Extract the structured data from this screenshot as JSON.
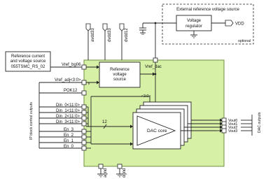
{
  "external_source": {
    "title": "External reference voltage source",
    "regulator_line1": "Voltage",
    "regulator_line2": "regulator",
    "vdd": "VDD",
    "optional": "optional"
  },
  "ref_current": {
    "line1": "Reference current",
    "line2": "and voltage source",
    "line3": "055TSMC_RS_02"
  },
  "supply_pins": [
    "avdd33",
    "dvdd33",
    "dvdd12"
  ],
  "ground_pins": [
    "agnd",
    "dgnd"
  ],
  "vref_dac": "Vref_dac",
  "ref_voltage_source": {
    "line1": "Reference",
    "line2": "voltage",
    "line3": "source"
  },
  "left_pins": {
    "vref_bg06": "Vref_bg06",
    "vref_adj": "Vref_adj<3:0>",
    "pok12": "POK12",
    "din": [
      "Din_0<11:0>",
      "Din_1<11:0>",
      "Din_2<11:0>",
      "Din_3<11:0>"
    ],
    "en": [
      "En_3",
      "En_2",
      "En_1",
      "En_0"
    ]
  },
  "bus_label_3_0": "<3:0>",
  "bus_width": "12",
  "dac_core": "DAC core",
  "outputs": [
    "Vout0",
    "Vout1",
    "Vout2",
    "Vout3"
  ],
  "ip_block_label": "IP block control outputs",
  "dac_outputs_label": "DAC outputs",
  "colors": {
    "main_block": "#d6f0a6",
    "main_border": "#6f8f3e",
    "white": "#ffffff",
    "line": "#222222"
  }
}
